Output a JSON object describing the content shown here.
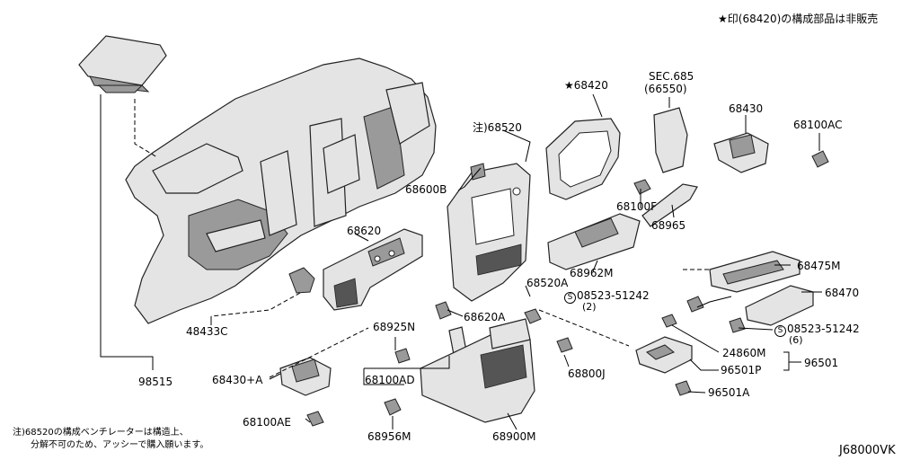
{
  "header_note": "★印(68420)の構成部品は非販売",
  "footer_note_line1": "注)68520の構成ベンチレーターは構造上、",
  "footer_note_line2": "分解不可のため、アッシーで購入願います。",
  "diagram_code": "J68000VK",
  "labels": {
    "p98515": "98515",
    "p48433c": "48433C",
    "p68620": "68620",
    "p68620a": "68620A",
    "p68520": "注)68520",
    "p68600b": "68600B",
    "p68520a": "68520A",
    "p68420": "★68420",
    "sec_line1": "SEC.685",
    "sec_line2": "(66550)",
    "p68430": "68430",
    "p68100ac": "68100AC",
    "p68100f": "68100F",
    "p68965": "68965",
    "p68962m": "68962M",
    "p68475m": "68475M",
    "p68470": "68470",
    "bolt1_part": "08523-51242",
    "bolt1_qty": "(2)",
    "bolt2_part": "08523-51242",
    "bolt2_qty": "(6)",
    "bolt_symbol": "S",
    "p24860m": "24860M",
    "p96501p": "96501P",
    "p96501": "96501",
    "p96501a": "96501A",
    "p68925n": "68925N",
    "p68100ad": "68100AD",
    "p68800j": "68800J",
    "p68956m": "68956M",
    "p68900m": "68900M",
    "p68430a": "68430+A",
    "p68100ae": "68100AE"
  }
}
